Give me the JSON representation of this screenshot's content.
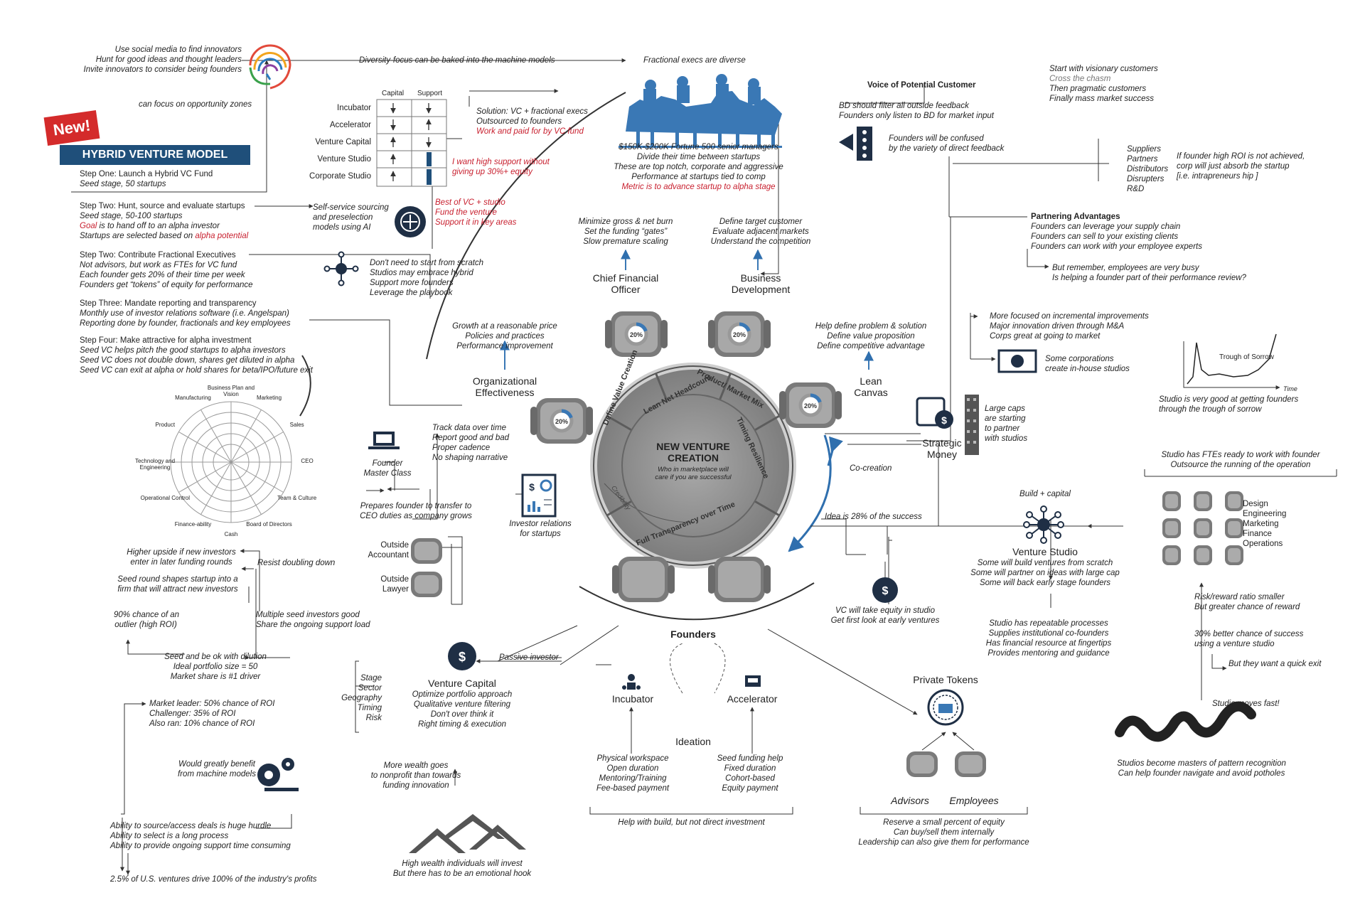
{
  "hybrid": {
    "new_badge": "New!",
    "title": "HYBRID VENTURE MODEL",
    "step1": [
      "Step One: Launch a Hybrid VC Fund",
      "Seed stage, 50 startups"
    ],
    "step2": [
      "Step Two: Hunt, source and evaluate startups",
      "Seed stage, 50-100 startups"
    ],
    "step2_goal_lead": "Goal",
    "step2_goal_rest": " is to hand off to an alpha investor",
    "step2_sel_lead": "Startups are selected based on ",
    "step2_sel_red": "alpha potential",
    "step3": [
      "Step Two: Contribute Fractional Executives",
      "Not advisors, but work as FTEs for VC fund",
      "Each founder gets 20% of their time per week",
      "Founders get “tokens” of equity for performance"
    ],
    "step4": [
      "Step Three: Mandate reporting and transparency",
      "Monthly use of investor relations software (i.e. Angelspan)",
      "Reporting done by founder, fractionals and key employees"
    ],
    "step5": [
      "Step Four: Make attractive for alpha investment",
      "Seed VC helps pitch the good startups to alpha investors",
      "Seed VC does not double down, shares get diluted in alpha",
      "Seed VC can exit at alpha or hold shares for beta/IPO/future exit"
    ]
  },
  "social": [
    "Use social media to find innovators",
    "Hunt for good ideas and thought leaders",
    "Invite innovators to consider being founders"
  ],
  "opportunity_zones": "can focus on opportunity zones",
  "diversity": "Diversity-focus can be baked into the machine models",
  "fractional_diverse": "Fractional execs are diverse",
  "matrix": {
    "col_headers": [
      "Capital",
      "Support"
    ],
    "rows": [
      "Incubator",
      "Accelerator",
      "Venture Capital",
      "Venture Studio",
      "Corporate Studio"
    ]
  },
  "solution": [
    "Solution: VC + fractional execs",
    "Outsourced to founders"
  ],
  "solution_red": "Work and paid for by VC fund",
  "high_support_red": [
    "I want high support without",
    "giving up 30%+ equity"
  ],
  "best_vc_red": [
    "Best of VC + studio",
    "Fund the venture",
    "Support it in key areas"
  ],
  "self_service": [
    "Self-service sourcing",
    "and preselection",
    "models using AI"
  ],
  "dont_start": [
    "Don't need to start from scratch",
    "Studios may embrace hybrid",
    "Support more founders",
    "Leverage the playbook"
  ],
  "managers": [
    "$150K-$200K Fortune 500 senior managers",
    "Divide their time between startups",
    "These are top notch, corporate and aggressive",
    "Performance at startups tied to comp"
  ],
  "managers_red": "Metric is to advance startup to alpha stage",
  "voice": {
    "title": "Voice of Potential Customer",
    "lines": [
      "BD should filter all outside feedback",
      "Founders only listen to BD for market input"
    ],
    "confused": [
      "Founders will be confused",
      "by the variety of direct feedback"
    ]
  },
  "chasm": {
    "l1": "Start with visionary customers",
    "l2": "Cross the chasm",
    "l3": "Then pragmatic customers",
    "l4": "Finally mass market success"
  },
  "suppliers": [
    "Suppliers",
    "Partners",
    "Distributors",
    "Disrupters",
    "R&D"
  ],
  "roi_absorb": [
    "If founder high ROI is not achieved,",
    "corp will just absorb the startup",
    "[i.e. intrapreneurs hip ]"
  ],
  "partnering": {
    "title": "Partnering Advantages",
    "lines": [
      "Founders can leverage your supply chain",
      "Founders can sell to your existing clients",
      "Founders can work with your employee experts"
    ],
    "remember": [
      "But remember, employees are very busy",
      "Is helping a founder part of their performance review?"
    ]
  },
  "incremental": [
    "More focused on incremental improvements",
    "Major innovation driven through M&A",
    "Corps great at going to market"
  ],
  "some_corps": [
    "Some corporations",
    "create in-house studios"
  ],
  "large_caps": [
    "Large caps",
    "are starting",
    "to partner",
    "with studios"
  ],
  "trough": {
    "label": "Trough of Sorrow",
    "axis": "Time"
  },
  "trough_text": [
    "Studio is very good at getting founders",
    "through the trough of sorrow"
  ],
  "studio_ftes": [
    "Studio has FTEs ready to work with founder",
    "Outsource the running of the operation"
  ],
  "operations": [
    "Design",
    "Engineering",
    "Marketing",
    "Finance",
    "Operations"
  ],
  "cfo": {
    "label": [
      "Chief Financial",
      "Officer"
    ],
    "notes": [
      "Minimize gross & net burn",
      "Set the funding “gates”",
      "Slow premature scaling"
    ]
  },
  "bd": {
    "label": [
      "Business",
      "Development"
    ],
    "notes": [
      "Define target customer",
      "Evaluate adjacent markets",
      "Understand the competition"
    ]
  },
  "org": {
    "label": [
      "Organizational",
      "Effectiveness"
    ],
    "notes": [
      "Growth at a reasonable price",
      "Policies and practices",
      "Performance improvement"
    ]
  },
  "lean": {
    "label": [
      "Lean",
      "Canvas"
    ],
    "notes": [
      "Help define problem & solution",
      "Define value proposition",
      "Define competitive advantage"
    ]
  },
  "strategic": [
    "Strategic",
    "Money"
  ],
  "co_creation": "Co-creation",
  "idea_pct": "Idea is 28% of the success",
  "build_capital": "Build + capital",
  "table": {
    "title": [
      "NEW VENTURE",
      "CREATION"
    ],
    "subtitle": [
      "Who in marketplace will",
      "care if you are successful"
    ],
    "segments": [
      "Define Value Creation",
      "Lean Net Headcount",
      "Product/ Market Mix",
      "Timing Resilience",
      "Full Transparency over Time",
      "Credibility"
    ],
    "chair_pct": "20%"
  },
  "wheel": [
    "Business Plan and Vision",
    "Marketing",
    "Sales",
    "CEO",
    "Team & Culture",
    "Board of Directors",
    "Cash",
    "Finance-ability",
    "Operational Control",
    "Technology and Engineering",
    "Product",
    "Manufacturing"
  ],
  "master_class": [
    "Founder",
    "Master Class"
  ],
  "track": [
    "Track data over time",
    "Report good and bad",
    "Proper cadence",
    "No shaping narrative"
  ],
  "prepares": [
    "Prepares founder to transfer to",
    "CEO duties as company grows"
  ],
  "investor_rel": [
    "Investor relations",
    "for startups"
  ],
  "accountant": [
    "Outside",
    "Accountant"
  ],
  "lawyer": [
    "Outside",
    "Lawyer"
  ],
  "higher_upside": [
    "Higher upside if new investors",
    "enter in later funding rounds"
  ],
  "resist": "Resist doubling down",
  "seed_round": [
    "Seed round shapes startup into a",
    "firm that will attract new investors"
  ],
  "ninety": [
    "90% chance of an",
    "outlier (high ROI)"
  ],
  "multiple_seed": [
    "Multiple seed investors good",
    "Share the ongoing support load"
  ],
  "dilution": [
    "Seed and be ok with dilution",
    "Ideal portfolio size = 50",
    "Market share is #1 driver"
  ],
  "leader": [
    "Market leader: 50% chance of ROI",
    "Challenger: 35% of ROI",
    "Also ran: 10% chance of ROI"
  ],
  "stage_list": [
    "Stage",
    "Sector",
    "Geography",
    "Timing",
    "Risk"
  ],
  "vc": {
    "label": "Venture Capital",
    "notes": [
      "Optimize portfolio approach",
      "Qualitative venture filtering",
      "Don't over think it",
      "Right timing & execution"
    ]
  },
  "passive": "Passive investor",
  "benefit": [
    "Would greatly benefit",
    "from machine models"
  ],
  "ability": [
    "Ability to source/access deals is huge hurdle",
    "Ability to select is a long process",
    "Ability to provide ongoing support time consuming"
  ],
  "two_five": "2.5% of U.S. ventures drive 100% of the industry's profits",
  "wealth": [
    "More wealth goes",
    "to nonprofit than towards",
    "funding innovation"
  ],
  "high_wealth": [
    "High wealth individuals will invest",
    "But there has to be an emotional hook"
  ],
  "founders": "Founders",
  "incubator": {
    "label": "Incubator",
    "notes": [
      "Physical workspace",
      "Open duration",
      "Mentoring/Training",
      "Fee-based payment"
    ]
  },
  "accelerator": {
    "label": "Accelerator",
    "notes": [
      "Seed funding help",
      "Fixed duration",
      "Cohort-based",
      "Equity payment"
    ]
  },
  "ideation": "Ideation",
  "help_build": "Help with build, but not direct investment",
  "vc_equity": [
    "VC will take equity in studio",
    "Get first look at early ventures"
  ],
  "venture_studio": {
    "label": "Venture Studio",
    "notes": [
      "Some will build ventures from scratch",
      "Some will partner on ideas with large cap",
      "Some will back early stage founders"
    ]
  },
  "repeatable": [
    "Studio has repeatable processes",
    "Supplies institutional co-founders",
    "Has financial resource at fingertips",
    "Provides mentoring and guidance"
  ],
  "risk_reward": [
    "Risk/reward ratio smaller",
    "But greater chance of reward"
  ],
  "thirty": [
    "30% better chance of success",
    "using a venture studio"
  ],
  "quick_exit": "But they want a quick exit",
  "moves_fast": "Studio moves fast!",
  "pattern": [
    "Studios become masters of pattern recognition",
    "Can help founder navigate and avoid potholes"
  ],
  "tokens": {
    "label": "Private Tokens",
    "advisors": "Advisors",
    "employees": "Employees",
    "notes": [
      "Reserve a small percent of equity",
      "Can buy/sell them internally",
      "Leadership can also give them for performance"
    ]
  },
  "colors": {
    "accent": "#1f4f7a",
    "red": "#c8202f",
    "blue": "#3a78b5",
    "table": "#8e8e8e"
  }
}
